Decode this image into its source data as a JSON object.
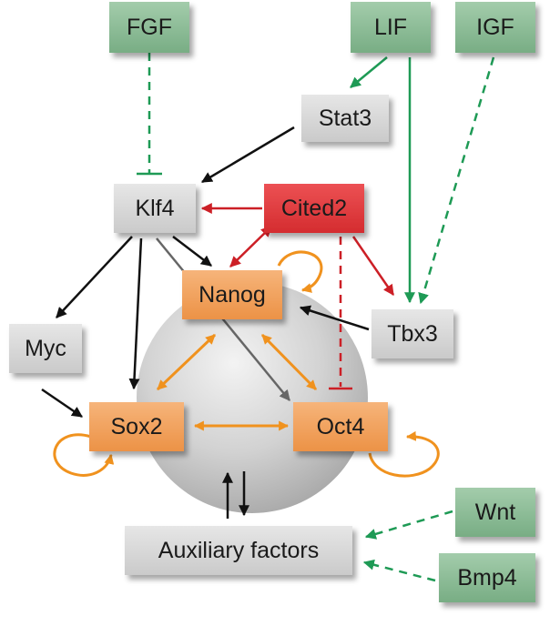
{
  "colors": {
    "growth_factor": "#86b891",
    "intermediate": "#d6d6d6",
    "core": "#f2a05a",
    "cited2": "#e0383a",
    "arrow_black": "#111111",
    "arrow_green": "#1e9a55",
    "arrow_red": "#cc1f26",
    "arrow_orange": "#f0921e",
    "arrow_grey": "#666666"
  },
  "nodes": {
    "fgf": "FGF",
    "lif": "LIF",
    "igf": "IGF",
    "stat3": "Stat3",
    "klf4": "Klf4",
    "cited2": "Cited2",
    "nanog": "Nanog",
    "tbx3": "Tbx3",
    "myc": "Myc",
    "sox2": "Sox2",
    "oct4": "Oct4",
    "auxiliary": "Auxiliary factors",
    "wnt": "Wnt",
    "bmp4": "Bmp4"
  },
  "edges": [
    {
      "from": "FGF",
      "to": "Klf4",
      "type": "inhibition",
      "style": "dashed",
      "color": "green"
    },
    {
      "from": "LIF",
      "to": "Stat3",
      "type": "activation",
      "style": "solid",
      "color": "green"
    },
    {
      "from": "LIF",
      "to": "Tbx3",
      "type": "activation",
      "style": "solid",
      "color": "green"
    },
    {
      "from": "IGF",
      "to": "Tbx3",
      "type": "activation",
      "style": "dashed",
      "color": "green"
    },
    {
      "from": "Stat3",
      "to": "Klf4",
      "type": "activation",
      "style": "solid",
      "color": "black"
    },
    {
      "from": "Cited2",
      "to": "Klf4",
      "type": "activation",
      "style": "solid",
      "color": "red"
    },
    {
      "from": "Cited2",
      "to": "Nanog",
      "type": "bidirectional",
      "style": "solid",
      "color": "red"
    },
    {
      "from": "Cited2",
      "to": "Tbx3",
      "type": "activation",
      "style": "solid",
      "color": "red"
    },
    {
      "from": "Cited2",
      "to": "Oct4",
      "type": "inhibition",
      "style": "dashed",
      "color": "red"
    },
    {
      "from": "Klf4",
      "to": "Nanog",
      "type": "activation",
      "style": "solid",
      "color": "black"
    },
    {
      "from": "Klf4",
      "to": "Myc",
      "type": "activation",
      "style": "solid",
      "color": "black"
    },
    {
      "from": "Klf4",
      "to": "Sox2",
      "type": "activation",
      "style": "solid",
      "color": "black"
    },
    {
      "from": "Klf4",
      "to": "Oct4",
      "type": "activation",
      "style": "solid",
      "color": "grey"
    },
    {
      "from": "Tbx3",
      "to": "Nanog",
      "type": "activation",
      "style": "solid",
      "color": "black"
    },
    {
      "from": "Myc",
      "to": "Sox2",
      "type": "activation",
      "style": "solid",
      "color": "black"
    },
    {
      "from": "Nanog",
      "to": "Sox2",
      "type": "bidirectional",
      "style": "solid",
      "color": "orange"
    },
    {
      "from": "Nanog",
      "to": "Oct4",
      "type": "bidirectional",
      "style": "solid",
      "color": "orange"
    },
    {
      "from": "Sox2",
      "to": "Oct4",
      "type": "bidirectional",
      "style": "solid",
      "color": "orange"
    },
    {
      "from": "Nanog",
      "to": "Nanog",
      "type": "self-activation",
      "style": "solid",
      "color": "orange"
    },
    {
      "from": "Sox2",
      "to": "Sox2",
      "type": "self-activation",
      "style": "solid",
      "color": "orange"
    },
    {
      "from": "Oct4",
      "to": "Oct4",
      "type": "self-activation",
      "style": "solid",
      "color": "orange"
    },
    {
      "from": "Core",
      "to": "Auxiliary factors",
      "type": "bidirectional",
      "style": "solid",
      "color": "black"
    },
    {
      "from": "Wnt",
      "to": "Auxiliary factors",
      "type": "activation",
      "style": "dashed",
      "color": "green"
    },
    {
      "from": "Bmp4",
      "to": "Auxiliary factors",
      "type": "activation",
      "style": "dashed",
      "color": "green"
    }
  ]
}
